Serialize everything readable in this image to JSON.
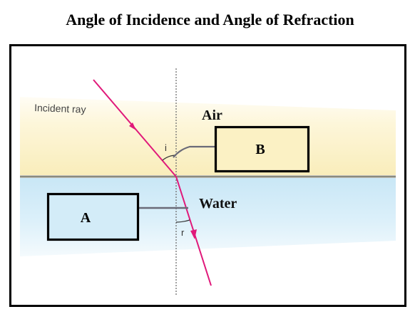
{
  "title": "Angle of Incidence and Angle of Refraction",
  "labels": {
    "incident_ray": "Incident ray",
    "medium_top": "Air",
    "medium_bottom": "Water",
    "angle_incidence": "i",
    "angle_refraction": "r",
    "box_top": "B",
    "box_bottom": "A"
  },
  "colors": {
    "ray": "#e0197a",
    "air": "#fbf1c4",
    "water": "#d3ecf8",
    "boundary": "#8a8a7e",
    "pointer": "#6a6a78",
    "frame": "#000000"
  }
}
